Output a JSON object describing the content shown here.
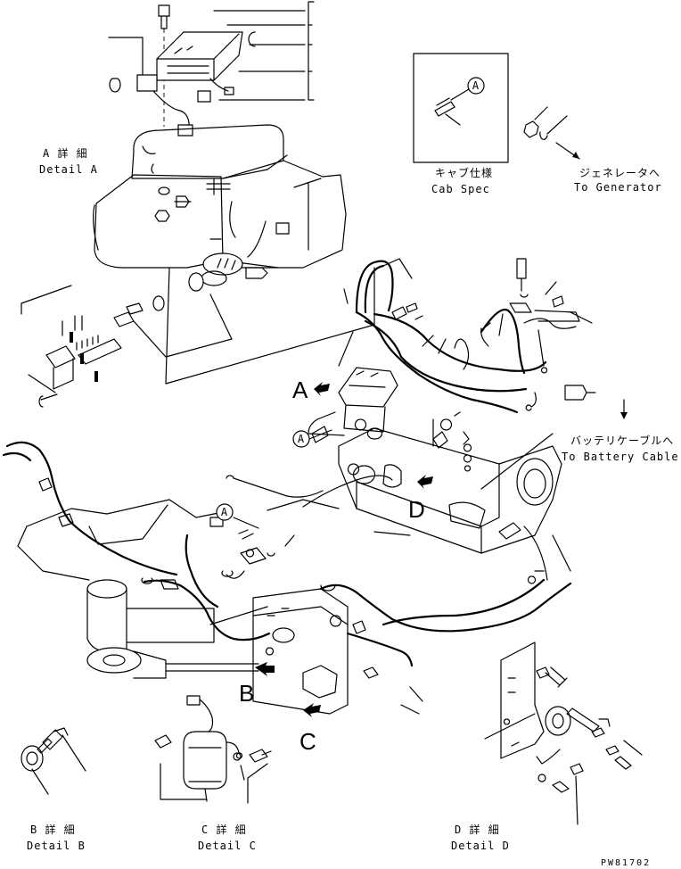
{
  "labels": {
    "detail_a_jp": "A 詳 細",
    "detail_a_en": "Detail A",
    "cab_spec_jp": "キャブ仕様",
    "cab_spec_en": "Cab Spec",
    "to_generator_jp": "ジェネレータへ",
    "to_generator_en": "To Generator",
    "to_battery_jp": "バッテリケーブルへ",
    "to_battery_en": "To Battery Cable",
    "detail_b_jp": "B 詳 細",
    "detail_b_en": "Detail B",
    "detail_c_jp": "C 詳 細",
    "detail_c_en": "Detail C",
    "detail_d_jp": "D 詳 細",
    "detail_d_en": "Detail D",
    "marker_a": "A",
    "marker_b": "B",
    "marker_c": "C",
    "marker_d": "D",
    "circle_a": "A",
    "drawing_no": "PW81702"
  }
}
